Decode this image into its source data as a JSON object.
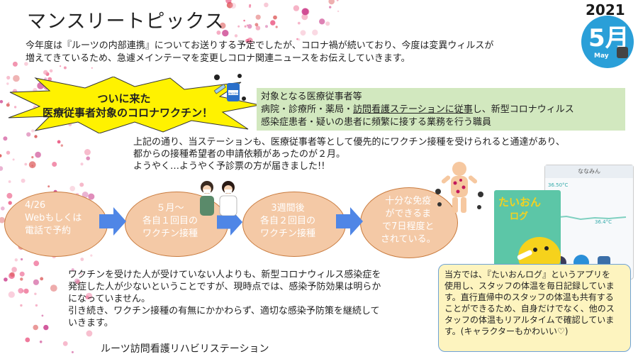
{
  "header": {
    "title": "マンスリートピックス",
    "badge_year": "2021",
    "badge_month": "5月",
    "badge_month_en": "May"
  },
  "intro": {
    "line1": "今年度は『ルーツの内部連携』についてお送りする予定でしたが、コロナ禍が続いており、今度は変異ウィルスが",
    "line2": "増えてきているため、急遽メインテーマを変更しコロナ関連ニュースをお伝えしていきます。"
  },
  "headline": {
    "line1": "ついに来た",
    "line2": "医療従事者対象のコロナワクチン！",
    "vaccine_label": "Vaccine"
  },
  "target_box": {
    "line1": "対象となる医療従事者等",
    "line2_a": "病院・診療所・薬局・",
    "line2_b": "訪問看護ステーションに従事",
    "line2_c": "し、新型コロナウィルス",
    "line3": "感染症患者・疑いの患者に頻繁に接する業務を行う職員"
  },
  "mid_text": {
    "line1": "上記の通り、当ステーションも、医療従事者等として優先的にワクチン接種を受けられると通達があり、",
    "line2": "都からの接種希望者の申請依頼があったのが２月。",
    "line3": "ようやく…ようやく予診票の方が届きました!!"
  },
  "timeline": [
    {
      "line1": "4/26",
      "line2": "Webもしくは",
      "line3": "電話で予約",
      "line4": ""
    },
    {
      "line1": "５月～",
      "line2": "各自１回目の",
      "line3": "ワクチン接種",
      "line4": ""
    },
    {
      "line1": "3週間後",
      "line2": "各自２回目の",
      "line3": "ワクチン接種",
      "line4": ""
    },
    {
      "line1": "十分な免疫",
      "line2": "ができるま",
      "line3": "で7日程度と",
      "line4": "されている。"
    }
  ],
  "bottom_text": {
    "line1": "ワクチンを受けた人が受けていない人よりも、新型コロナウィルス感染症を",
    "line2": "発症した人が少ないということですが、現時点では、感染予防効果は明らか",
    "line3": "になっていません。",
    "line4": "引き続き、ワクチン接種の有無にかかわらず、適切な感染予防策を継続して",
    "line5": "いきます。"
  },
  "app": {
    "logo_text": "たいおん",
    "logo_sub": "ログ",
    "phone_title": "ななみん",
    "reading1": "36.50°C",
    "reading2": "36.4°C"
  },
  "note": {
    "line1": "当方では、『たいおんログ』というアプリを",
    "line2": "使用し、スタッフの体温を毎日記録していま",
    "line3": "す。直行直帰中のスタッフの体温も共有する",
    "line4": "ことができるため、自身だけでなく、他のス",
    "line5": "タッフの体温もリアルタイムで確認していま",
    "line6": "す。(キャラクターもかわいい♡)"
  },
  "footer": {
    "org": "ルーツ訪問看護リハビリステーション"
  },
  "colors": {
    "circle_fill": "#f4c9a6",
    "circle_border": "#c97b3e",
    "arrow": "#4f86e6",
    "green_box": "#d2e8bf",
    "note_bg": "#fdf4bf",
    "note_border": "#6ea2d6",
    "burst": "#fff200",
    "badge_blue": "#2a9fd8"
  }
}
